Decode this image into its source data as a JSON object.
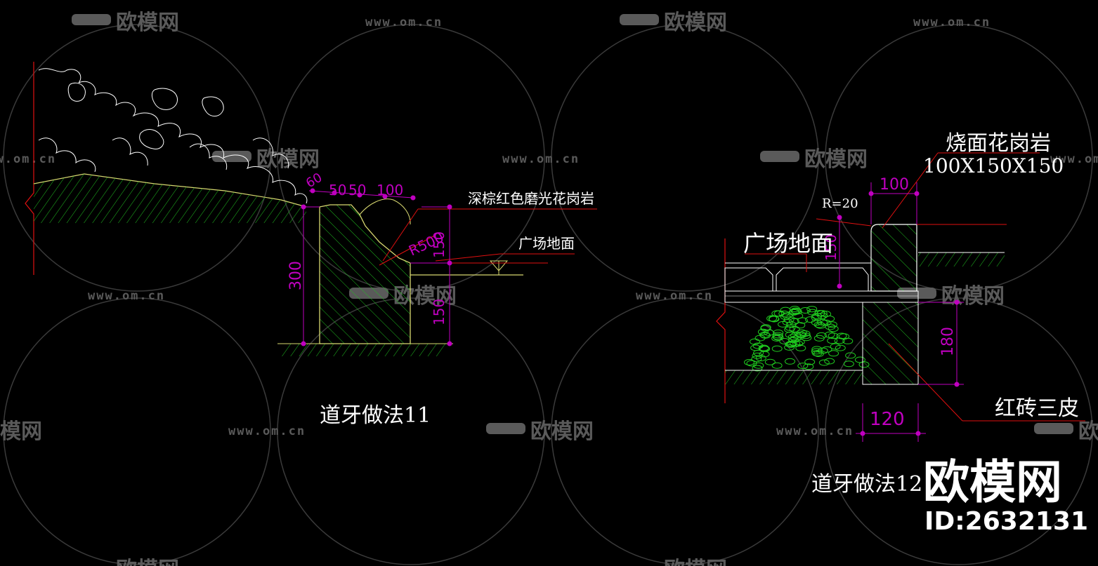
{
  "colors": {
    "background": "#000000",
    "concrete_outline": "#d8d870",
    "hatch": "#20c020",
    "dimension": "#c000c0",
    "leader": "#e01010",
    "gravel": "#20d020",
    "plant_line": "#ffffff",
    "watermark": "#5a5a5a",
    "text": "#ffffff"
  },
  "watermark": {
    "logo_text": "欧模网",
    "url_text": "www.om.cn"
  },
  "detail_left": {
    "title": "道牙做法11",
    "stone_label": "深棕红色磨光花岗岩",
    "ground_label": "广场地面",
    "dims": {
      "top_segment_1": "60",
      "top_segment_2": "50",
      "top_segment_3": "50",
      "top_segment_4": "100",
      "radius": "R500",
      "right_upper": "150",
      "right_lower": "150",
      "height": "300"
    }
  },
  "detail_right": {
    "title": "道牙做法12",
    "stone_label": "烧面花岗岩",
    "stone_size": "100X150X150",
    "radius_label": "R=20",
    "ground_label": "广场地面",
    "brick_label": "红砖三皮",
    "dims": {
      "top_width": "100",
      "paving_height": "150",
      "brick_height": "180",
      "brick_width": "120"
    }
  },
  "brand": {
    "name": "欧模网",
    "id_text": "ID:2632131"
  }
}
